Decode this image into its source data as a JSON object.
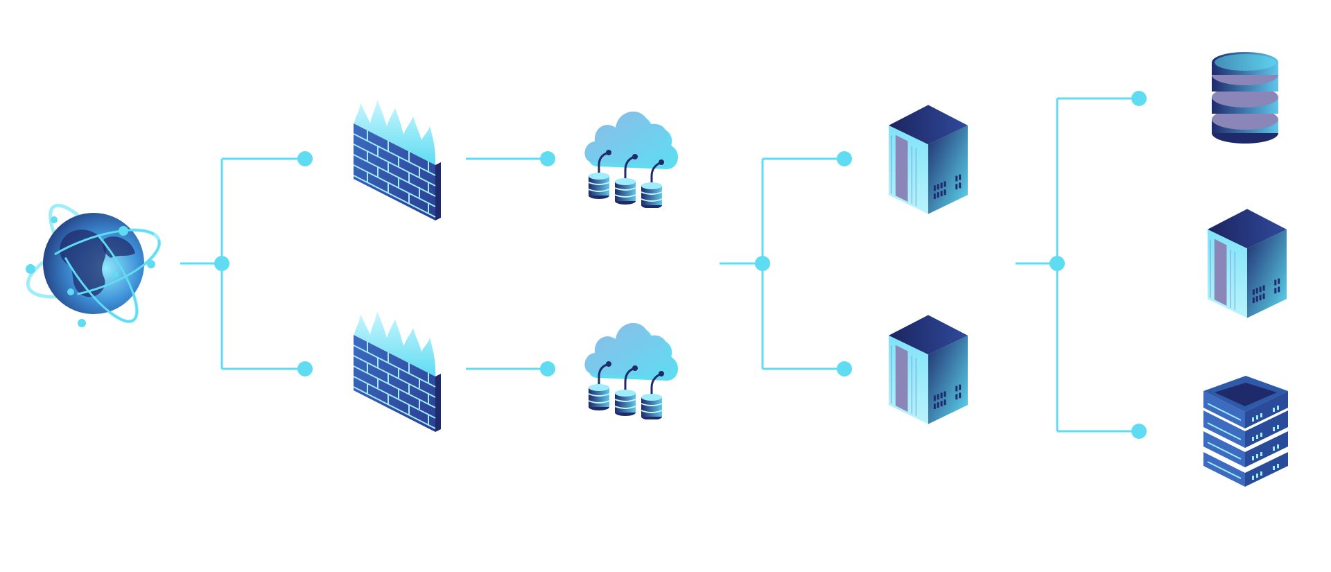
{
  "diagram": {
    "nodes": [
      {
        "id": "internet",
        "kind": "globe",
        "icon": "globe-icon"
      },
      {
        "id": "firewall-top",
        "kind": "firewall",
        "icon": "firewall-icon"
      },
      {
        "id": "firewall-bottom",
        "kind": "firewall",
        "icon": "firewall-icon"
      },
      {
        "id": "cloud-top",
        "kind": "cloud-storage",
        "icon": "cloud-storage-icon"
      },
      {
        "id": "cloud-bottom",
        "kind": "cloud-storage",
        "icon": "cloud-storage-icon"
      },
      {
        "id": "server-top",
        "kind": "server-tower",
        "icon": "server-tower-icon"
      },
      {
        "id": "server-bottom",
        "kind": "server-tower",
        "icon": "server-tower-icon"
      },
      {
        "id": "database",
        "kind": "database",
        "icon": "database-icon"
      },
      {
        "id": "server-middle",
        "kind": "server-tower",
        "icon": "server-tower-icon"
      },
      {
        "id": "server-rack",
        "kind": "server-rack",
        "icon": "server-rack-icon"
      }
    ],
    "edges": [
      [
        "internet",
        "firewall-top"
      ],
      [
        "internet",
        "firewall-bottom"
      ],
      [
        "firewall-top",
        "cloud-top"
      ],
      [
        "firewall-bottom",
        "cloud-bottom"
      ],
      [
        "cloud-top",
        "server-top"
      ],
      [
        "cloud-bottom",
        "server-bottom"
      ],
      [
        "server-top",
        "database"
      ],
      [
        "server-bottom",
        "server-middle"
      ],
      [
        "server-bottom",
        "server-rack"
      ]
    ],
    "colors": {
      "connector": "#5fdcf2",
      "navy": "#1f2a6b",
      "cyan": "#5fdcf2",
      "light_cyan": "#9fecfb",
      "mid_blue": "#3d6bc0",
      "purple_gray": "#8b86b8"
    }
  }
}
